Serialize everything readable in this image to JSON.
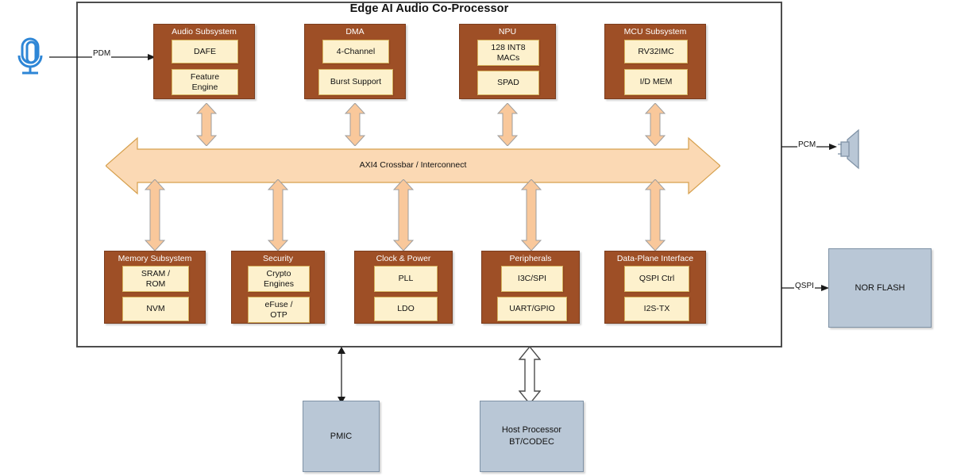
{
  "diagram": {
    "title": "Edge AI Audio Co-Processor",
    "interconnect_label": "AXI4 Crossbar / Interconnect",
    "colors": {
      "subsystem_fill": "#9e4f26",
      "subsystem_stroke": "#7a3c1d",
      "module_fill": "#fdf1cd",
      "module_stroke": "#d6b25e",
      "arrow_fill": "#f9c89b",
      "external_fill": "#b9c7d6",
      "mic_color": "#2e86d6"
    }
  },
  "top_blocks": [
    {
      "title": "Audio Subsystem",
      "modules": [
        "DAFE",
        "Feature\nEngine"
      ]
    },
    {
      "title": "DMA",
      "modules": [
        "4-Channel",
        "Burst Support"
      ]
    },
    {
      "title": "NPU",
      "modules": [
        "128 INT8\nMACs",
        "SPAD"
      ]
    },
    {
      "title": "MCU Subsystem",
      "modules": [
        "RV32IMC",
        "I/D MEM"
      ]
    }
  ],
  "bottom_blocks": [
    {
      "title": "Memory Subsystem",
      "modules": [
        "SRAM /\nROM",
        "NVM"
      ]
    },
    {
      "title": "Security",
      "modules": [
        "Crypto\nEngines",
        "eFuse /\nOTP"
      ]
    },
    {
      "title": "Clock & Power",
      "modules": [
        "PLL",
        "LDO"
      ]
    },
    {
      "title": "Peripherals",
      "modules": [
        "I3C/SPI",
        "UART/GPIO"
      ]
    },
    {
      "title": "Data-Plane Interface",
      "modules": [
        "QSPI Ctrl",
        "I2S-TX"
      ]
    }
  ],
  "externals": {
    "microphone": {
      "icon": "microphone-icon"
    },
    "speaker": {
      "icon": "speaker-icon"
    },
    "nor_flash": {
      "label": "NOR FLASH"
    },
    "pmic": {
      "label": "PMIC"
    },
    "host": {
      "label": "Host Processor\nBT/CODEC"
    }
  },
  "signals": {
    "pdm": "PDM",
    "pcm": "PCM",
    "qspi": "QSPI"
  }
}
